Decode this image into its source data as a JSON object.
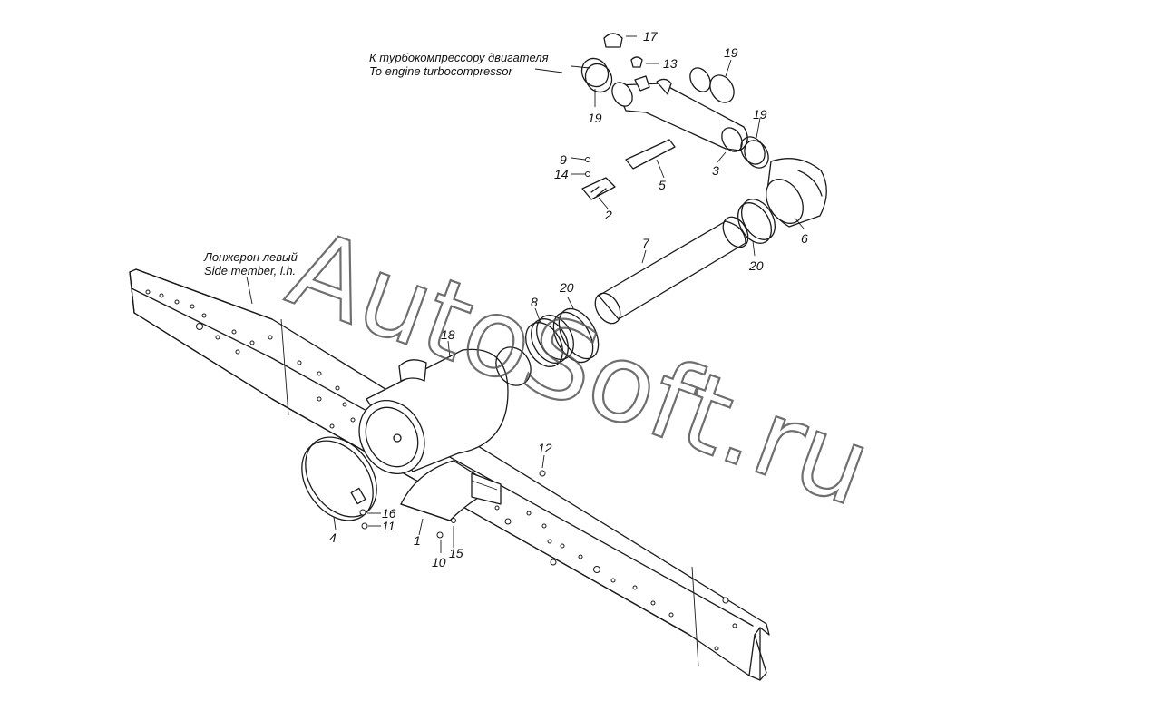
{
  "captions": {
    "turbo_ru": "К турбокомпрессору двигателя",
    "turbo_en": "To engine turbocompressor",
    "member_ru": "Лонжерон левый",
    "member_en": "Side member, l.h."
  },
  "watermark": "AutoSoft.ru",
  "part_numbers": [
    "1",
    "2",
    "3",
    "4",
    "5",
    "6",
    "7",
    "8",
    "9",
    "10",
    "11",
    "12",
    "13",
    "14",
    "15",
    "16",
    "17",
    "18",
    "19",
    "19",
    "19",
    "20",
    "20"
  ],
  "colors": {
    "line": "#1a1a1a",
    "background": "#ffffff",
    "watermark": "#555555"
  }
}
